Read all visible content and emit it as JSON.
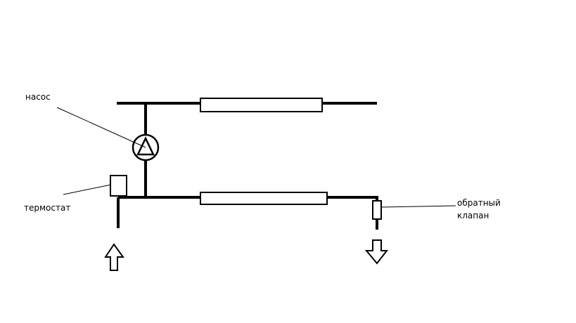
{
  "labels": {
    "pump": "насос",
    "thermostat": "термостат",
    "check_valve_line1": "обратный",
    "check_valve_line2": "клапан"
  },
  "colors": {
    "stroke": "#000000",
    "background": "#ffffff"
  }
}
